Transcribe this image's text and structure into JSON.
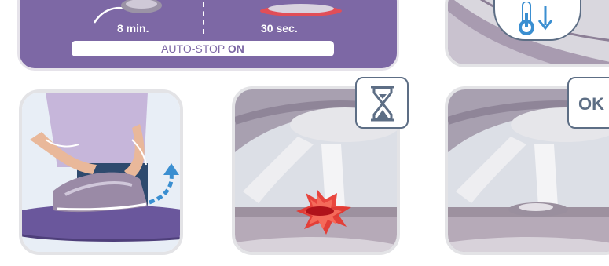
{
  "top_panel": {
    "time_left": "8 min.",
    "time_right": "30 sec.",
    "autostop_prefix": "AUTO-STOP",
    "autostop_state": "ON"
  },
  "icons": {
    "thermometer": "thermometer-cooling-icon",
    "hourglass": "hourglass-icon"
  },
  "ok_badge": {
    "label": "OK"
  },
  "colors": {
    "panel_purple": "#7d68a5",
    "badge_blue": "#5d6e85",
    "indicator_red": "#e8332a",
    "frame_grey": "#e3e3e6"
  }
}
